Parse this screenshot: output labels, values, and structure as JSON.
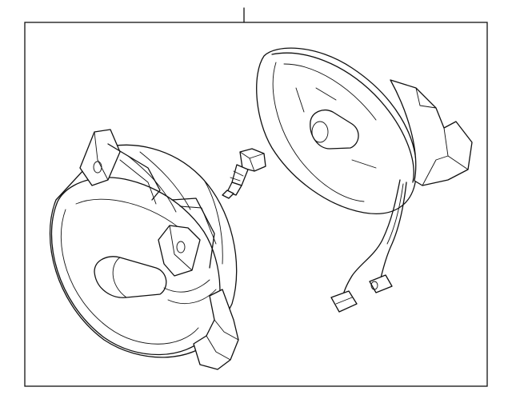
{
  "diagram": {
    "parts": [
      {
        "id": "fog-lamp-front",
        "icon": "fog-lamp-assembly"
      },
      {
        "id": "bulb",
        "icon": "lamp-bulb"
      },
      {
        "id": "fog-lamp-rear",
        "icon": "fog-lamp-housing-with-harness"
      }
    ],
    "callout_count": 1,
    "colors": {
      "line": "#111111",
      "background": "#ffffff"
    }
  }
}
